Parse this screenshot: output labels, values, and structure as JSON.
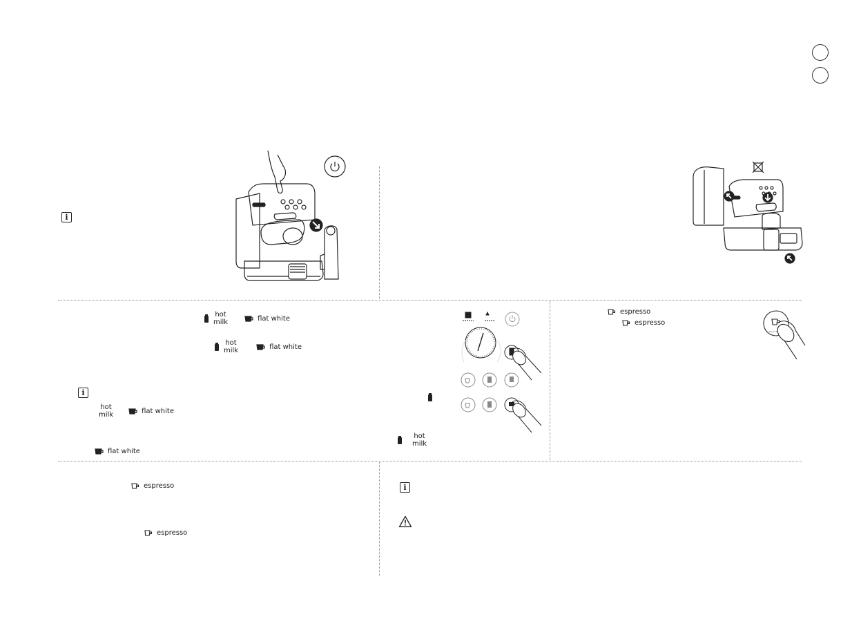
{
  "labels": {
    "hot": "hot",
    "milk": "milk",
    "flat_white": "flat white",
    "espresso": "espresso"
  },
  "icons": {
    "info": "info-icon",
    "warning": "warning-triangle-icon",
    "power": "power-icon",
    "milk_jug": "milk-jug-icon",
    "flat_white_cup": "flat-white-cup-icon",
    "espresso_cup": "espresso-cup-icon",
    "no_capsule": "no-capsule-icon"
  },
  "colors": {
    "ink": "#1a1a1a",
    "divider": "#8a8a8a"
  }
}
